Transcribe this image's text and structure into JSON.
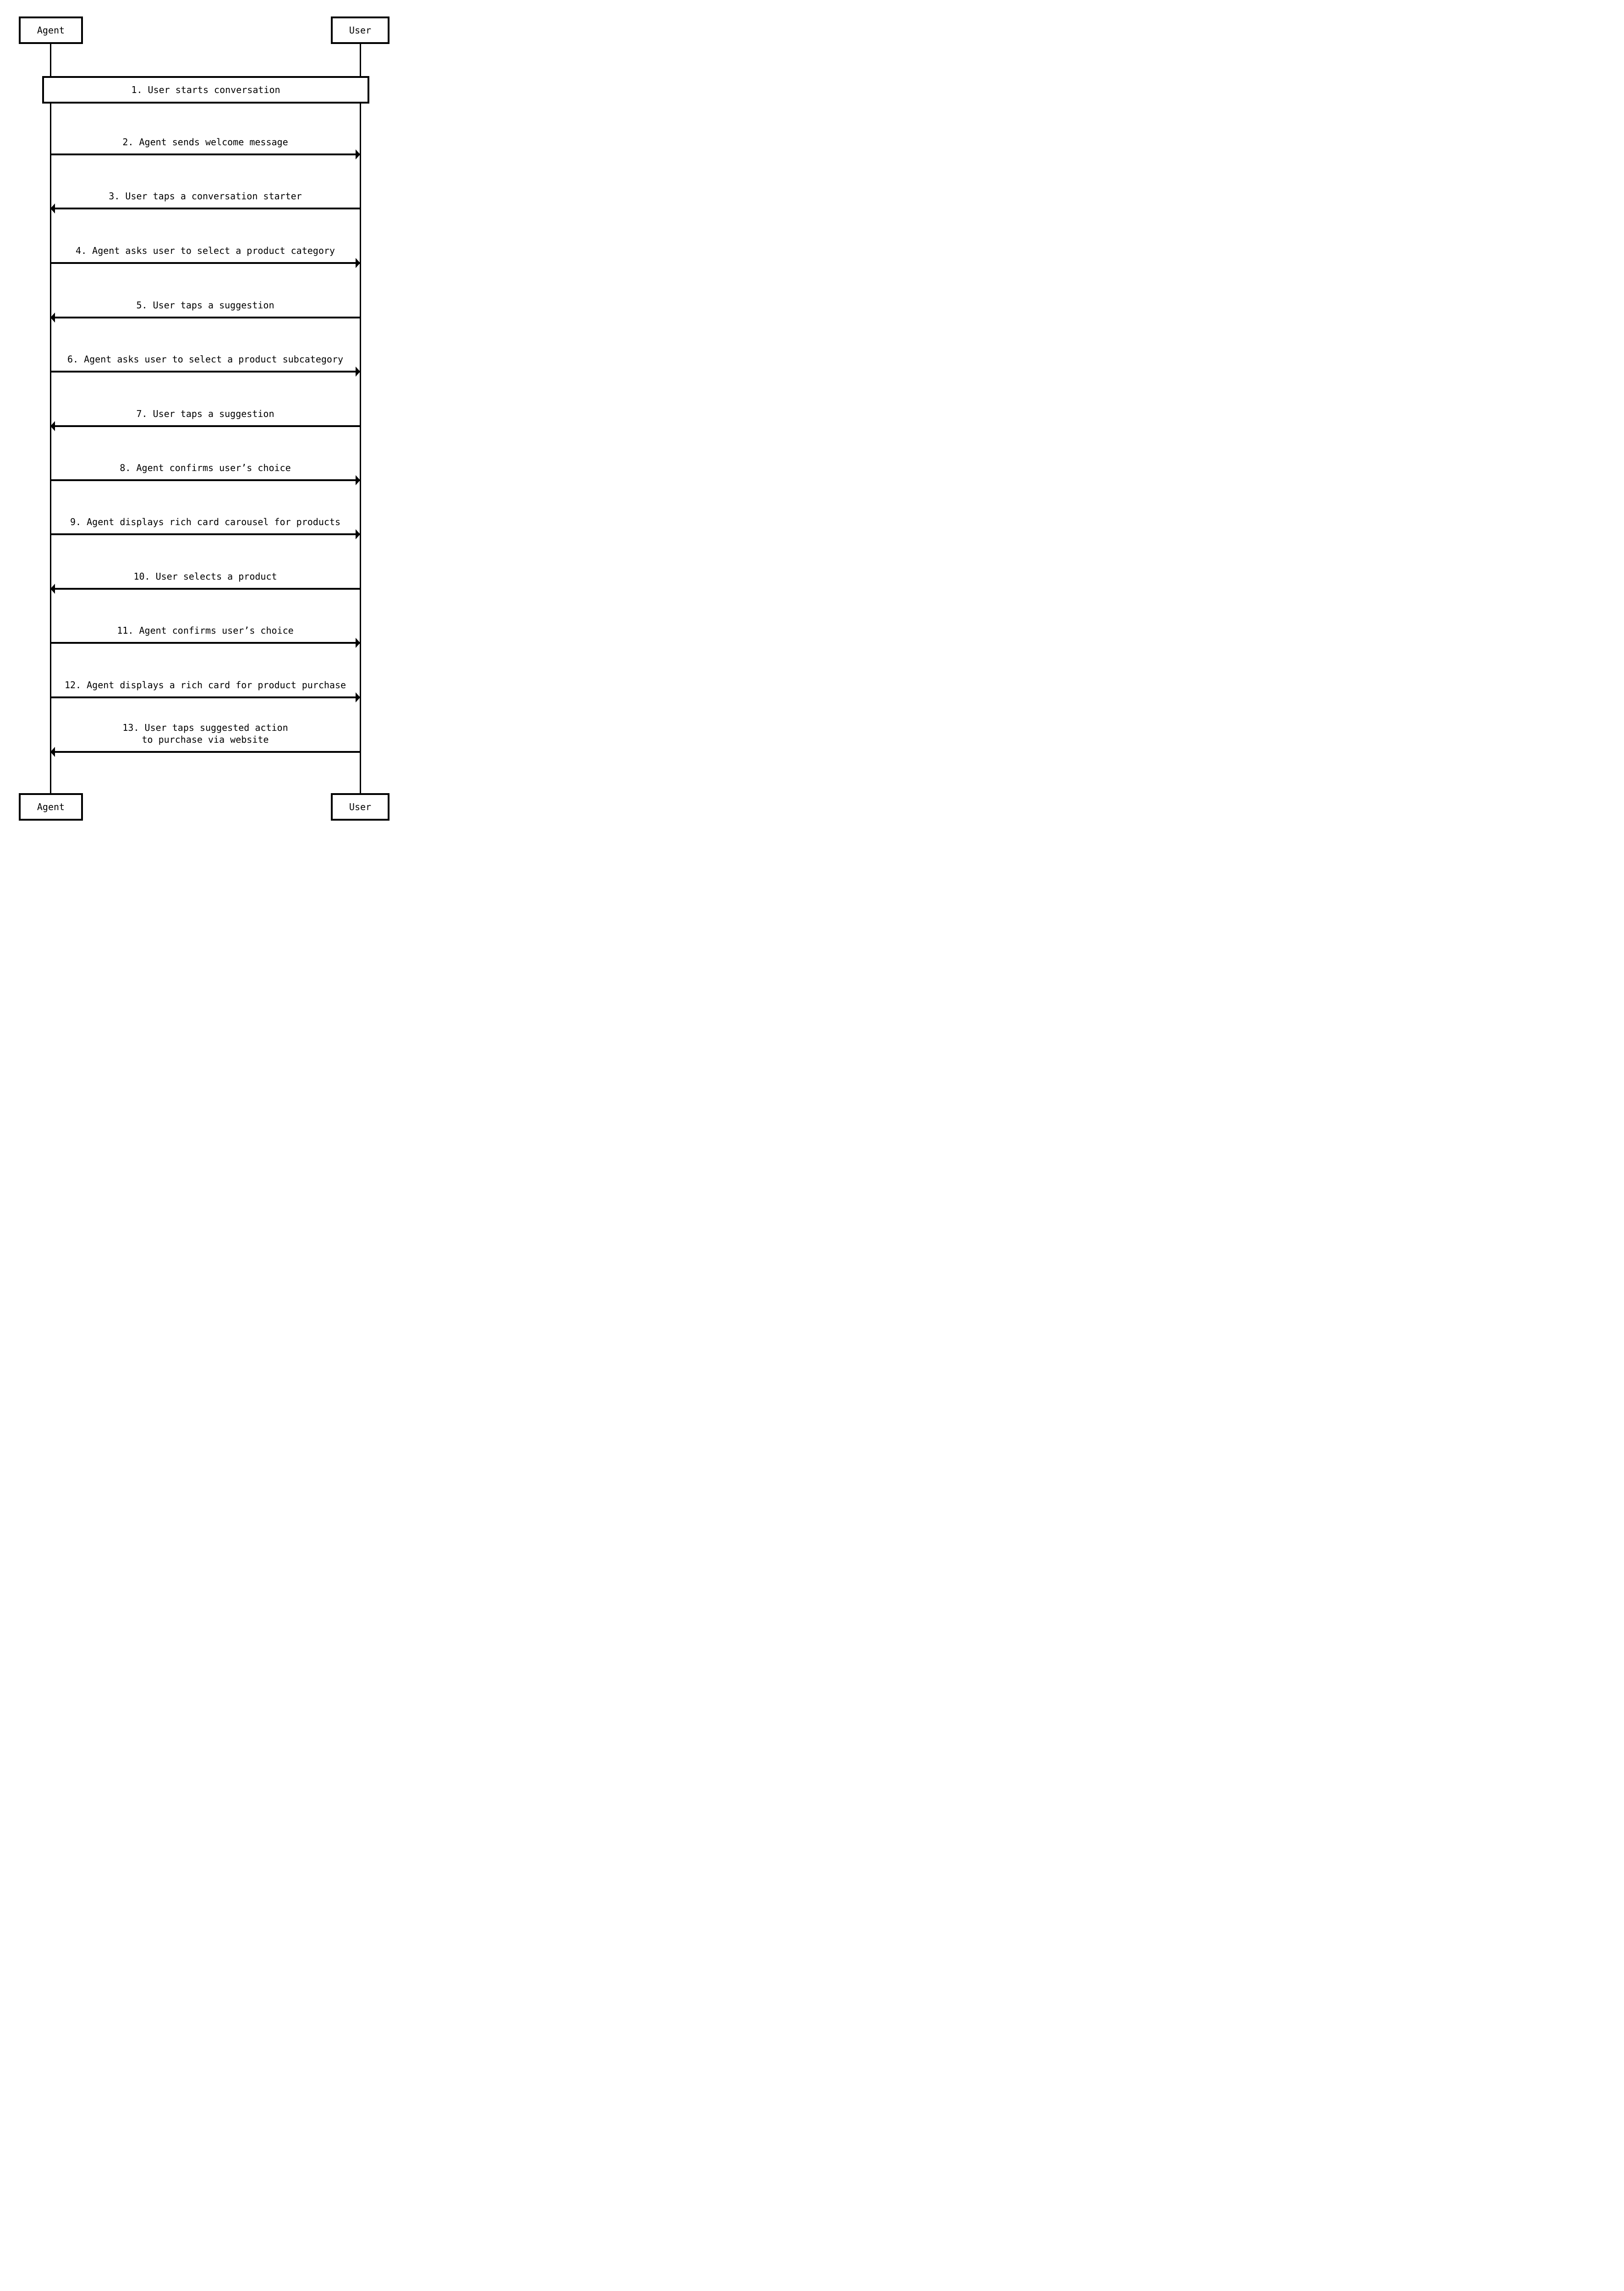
{
  "diagram": {
    "type": "sequence",
    "colors": {
      "background": "#ffffff",
      "line": "#000000",
      "text": "#000000"
    },
    "participants": [
      {
        "id": "agent",
        "label": "Agent"
      },
      {
        "id": "user",
        "label": "User"
      }
    ],
    "banner": {
      "step": "1",
      "text": "1. User starts conversation"
    },
    "messages": [
      {
        "step": "2",
        "from": "agent",
        "to": "user",
        "direction": "right",
        "lines": [
          "2. Agent sends welcome message"
        ]
      },
      {
        "step": "3",
        "from": "user",
        "to": "agent",
        "direction": "left",
        "lines": [
          "3. User taps a conversation starter"
        ]
      },
      {
        "step": "4",
        "from": "agent",
        "to": "user",
        "direction": "right",
        "lines": [
          "4. Agent asks user to select a product category"
        ]
      },
      {
        "step": "5",
        "from": "user",
        "to": "agent",
        "direction": "left",
        "lines": [
          "5. User taps a suggestion"
        ]
      },
      {
        "step": "6",
        "from": "agent",
        "to": "user",
        "direction": "right",
        "lines": [
          "6. Agent asks user to select a product subcategory"
        ]
      },
      {
        "step": "7",
        "from": "user",
        "to": "agent",
        "direction": "left",
        "lines": [
          "7. User taps a suggestion"
        ]
      },
      {
        "step": "8",
        "from": "agent",
        "to": "user",
        "direction": "right",
        "lines": [
          "8. Agent confirms user’s choice"
        ]
      },
      {
        "step": "9",
        "from": "agent",
        "to": "user",
        "direction": "right",
        "lines": [
          "9. Agent displays rich card carousel for products"
        ]
      },
      {
        "step": "10",
        "from": "user",
        "to": "agent",
        "direction": "left",
        "lines": [
          "10. User selects a product"
        ]
      },
      {
        "step": "11",
        "from": "agent",
        "to": "user",
        "direction": "right",
        "lines": [
          "11. Agent confirms user’s choice"
        ]
      },
      {
        "step": "12",
        "from": "agent",
        "to": "user",
        "direction": "right",
        "lines": [
          "12. Agent displays a rich card for product purchase"
        ]
      },
      {
        "step": "13",
        "from": "user",
        "to": "agent",
        "direction": "left",
        "lines": [
          "13. User taps suggested action",
          "to purchase via website"
        ]
      }
    ]
  }
}
